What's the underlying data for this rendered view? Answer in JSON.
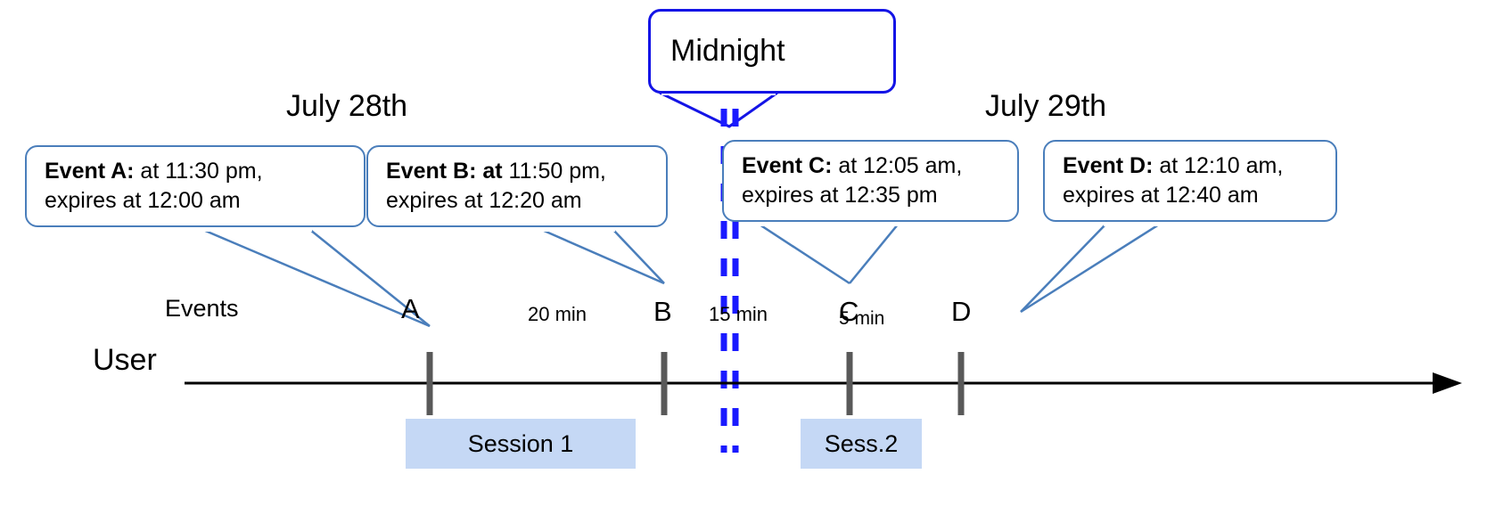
{
  "diagram": {
    "title_midnight": "Midnight",
    "dates": [
      {
        "name": "july-28",
        "text": "July 28th"
      },
      {
        "name": "july-29",
        "text": "July 29th"
      }
    ],
    "rows": [
      {
        "name": "events-row",
        "label": "Events"
      },
      {
        "name": "user-row",
        "label": "User"
      }
    ],
    "events": [
      {
        "id": "A",
        "letter": "A",
        "bold": "Event A:",
        "rest": " at 11:30 pm,",
        "line2": "expires at 12:00 am"
      },
      {
        "id": "B",
        "letter": "B",
        "bold": "Event B: at",
        "rest": " 11:50 pm,",
        "line2": "expires at 12:20 am"
      },
      {
        "id": "C",
        "letter": "C",
        "bold": "Event C:",
        "rest": " at 12:05 am,",
        "line2": "expires at 12:35 pm"
      },
      {
        "id": "D",
        "letter": "D",
        "bold": "Event D:",
        "rest": "  at 12:10 am,",
        "line2": "expires at 12:40 am"
      }
    ],
    "gaps": [
      {
        "name": "gap-ab",
        "text": "20 min"
      },
      {
        "name": "gap-bc",
        "text": "15 min"
      },
      {
        "name": "gap-cd",
        "text": "5 min"
      }
    ],
    "sessions": [
      {
        "name": "session-1",
        "text": "Session 1"
      },
      {
        "name": "session-2",
        "text": "Sess.2"
      }
    ],
    "colors": {
      "callout_border": "#4a7ebb",
      "midnight_border": "#1414e6",
      "midnight_line": "#1a1aff",
      "session_fill": "#c5d8f5",
      "tick": "#595959",
      "axis": "#000000"
    }
  }
}
